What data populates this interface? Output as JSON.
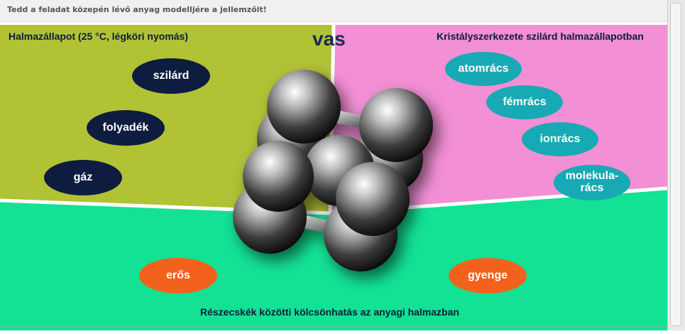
{
  "instruction": "Tedd a feladat közepén lévő anyag modelljére a jellemzőit!",
  "substance": "vas",
  "sections": {
    "state_title": "Halmazállapot (25 °C, légköri nyomás)",
    "crystal_title": "Kristályszerkezete szilárd halmazállapotban",
    "interaction_title": "Részecskék közötti kölcsönhatás az anyagi halmazban"
  },
  "state_options": [
    "szilárd",
    "folyadék",
    "gáz"
  ],
  "crystal_options": [
    "atomrács",
    "fémrács",
    "ionrács",
    "molekula-\nrács"
  ],
  "interaction_options": [
    "erős",
    "gyenge"
  ],
  "colors": {
    "state_bg": "#b1c235",
    "crystal_bg": "#f28fd5",
    "interaction_bg": "#13e194",
    "state_oval": "#0e1d3f",
    "crystal_oval": "#17aab4",
    "interaction_oval": "#f2621c"
  },
  "model_icon": "iron-atom-cluster"
}
